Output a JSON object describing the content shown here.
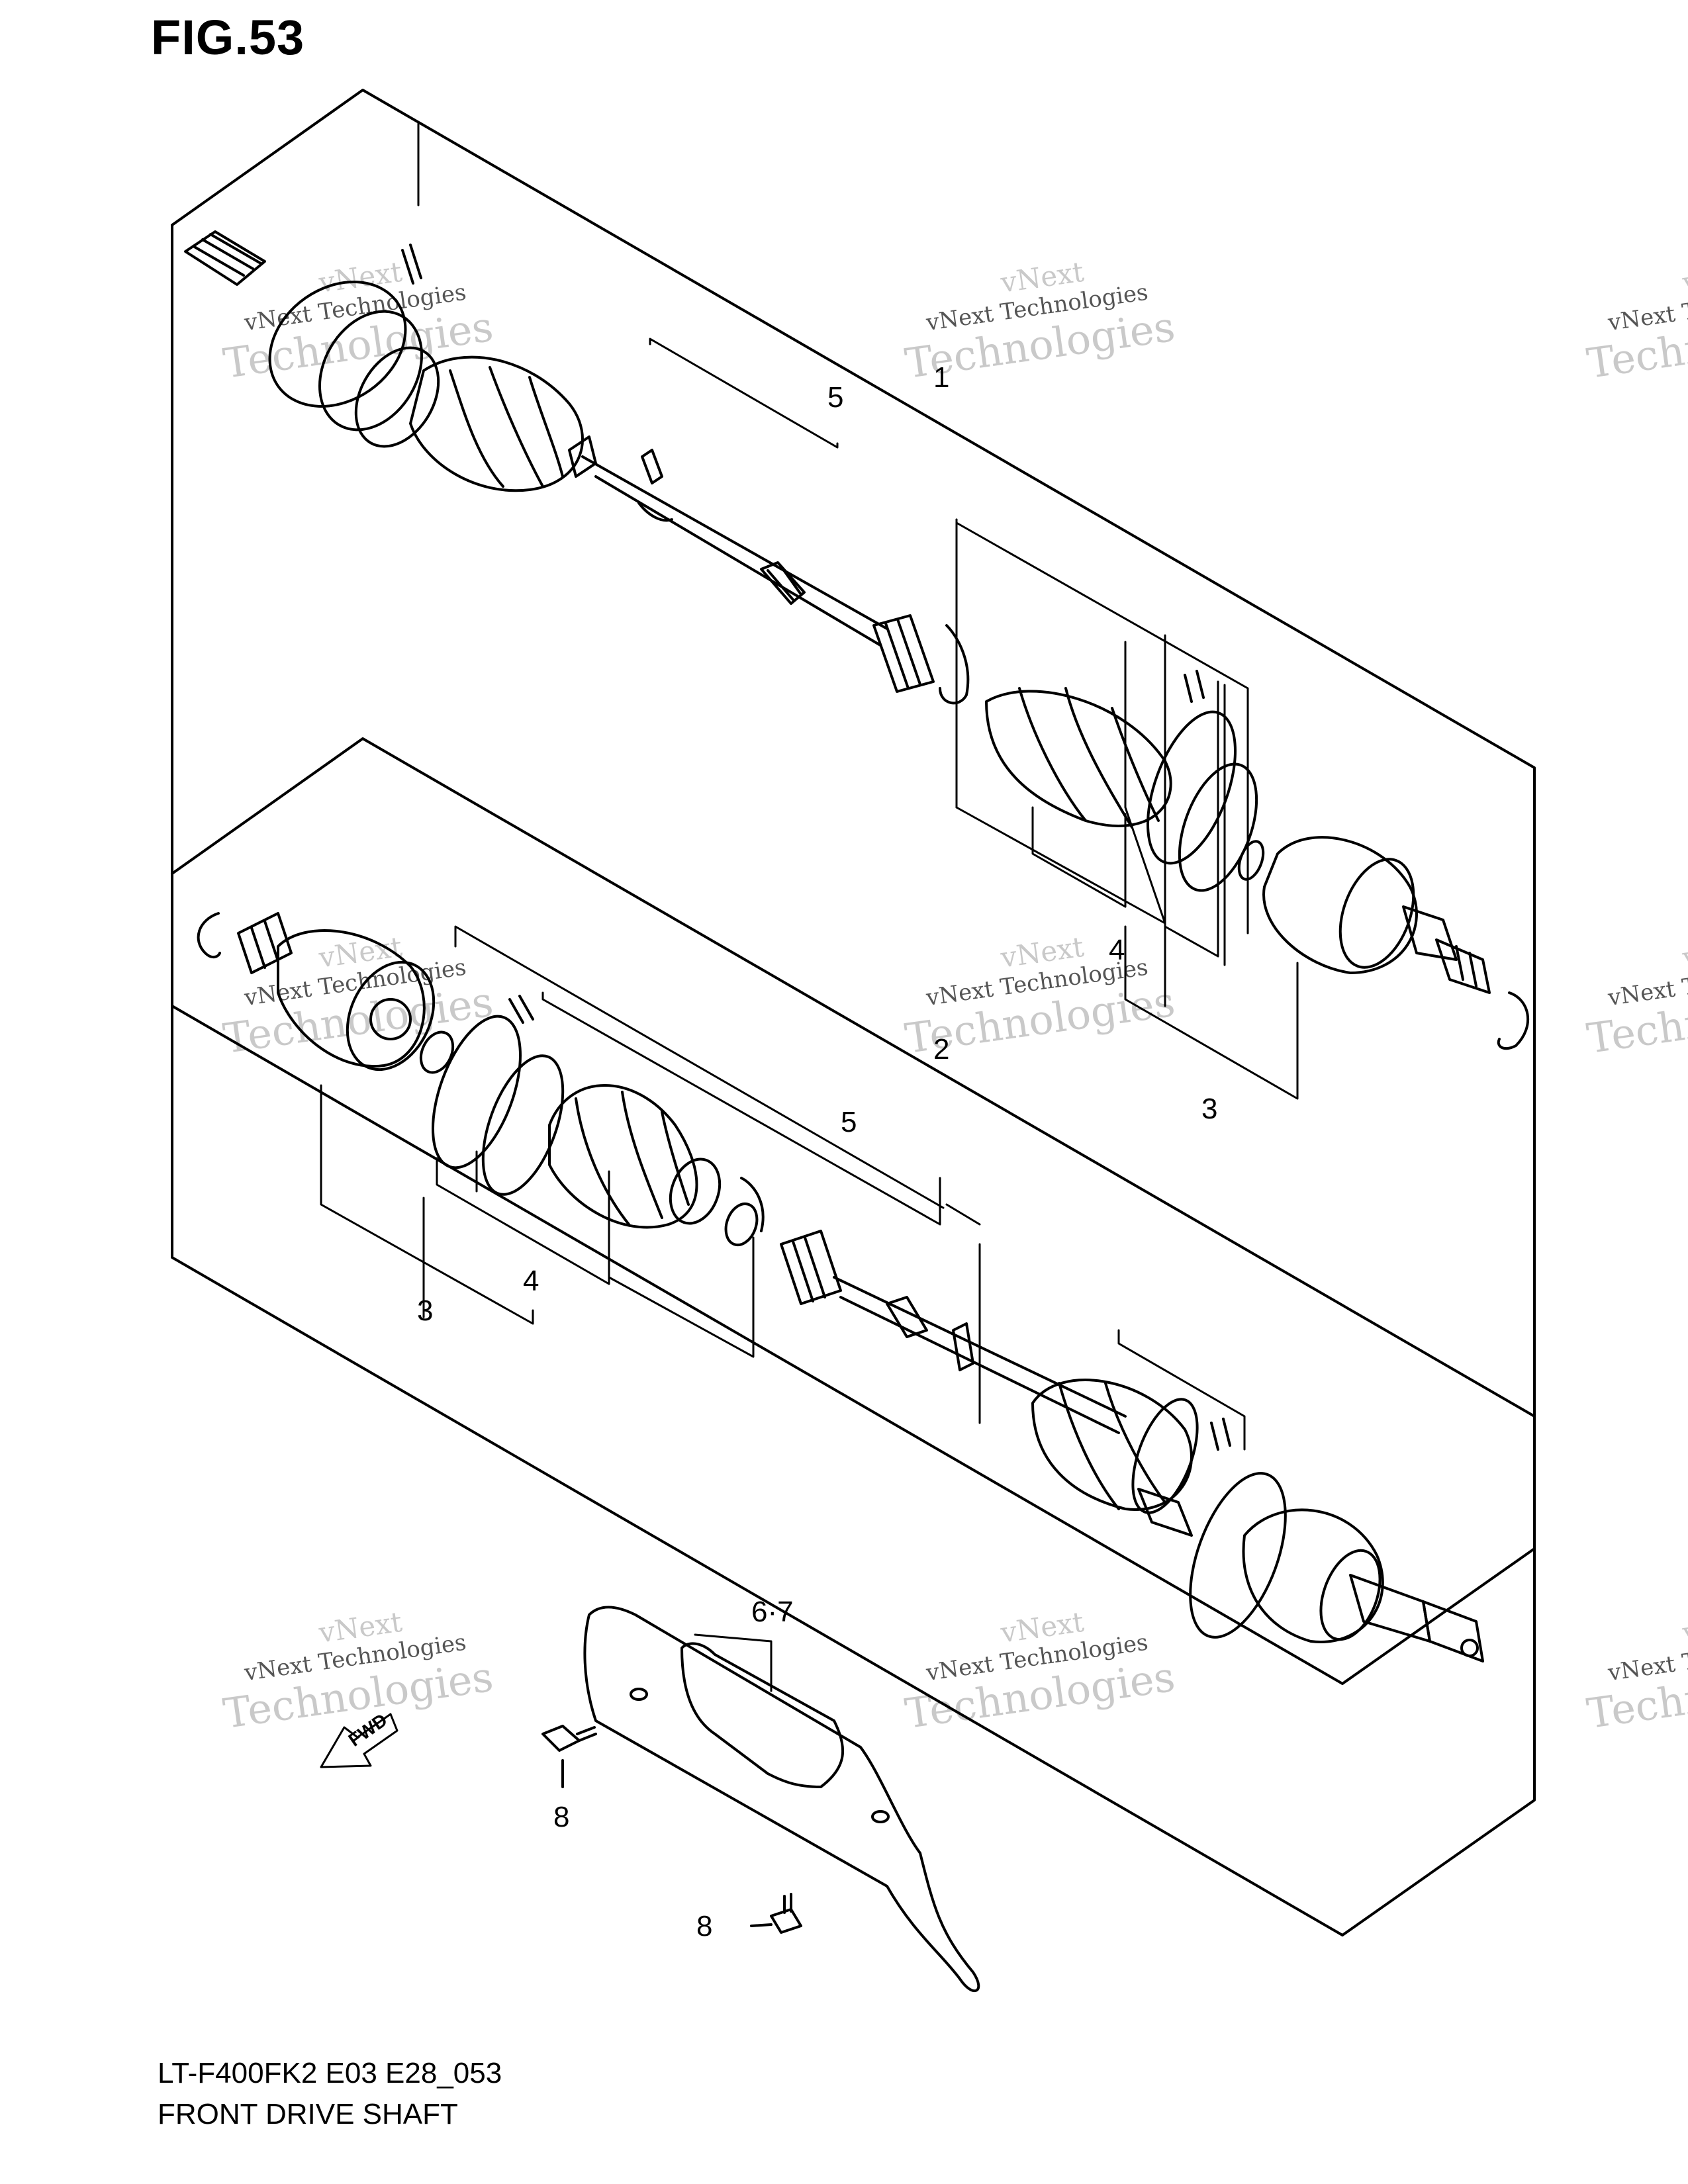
{
  "figure": {
    "title": "FIG.53"
  },
  "footer": {
    "code": "LT-F400FK2 E03 E28_053",
    "name": "FRONT DRIVE SHAFT"
  },
  "watermark": {
    "line1": "vNext",
    "line2": "vNext Technologies",
    "line3": "Technologies"
  },
  "fwd_label": "FWD",
  "callouts": {
    "c1": "1",
    "c2": "2",
    "c3a": "3",
    "c3b": "3",
    "c4a": "4",
    "c4b": "4",
    "c5a": "5",
    "c5b": "5",
    "c67": "6·7",
    "c8a": "8",
    "c8b": "8"
  }
}
